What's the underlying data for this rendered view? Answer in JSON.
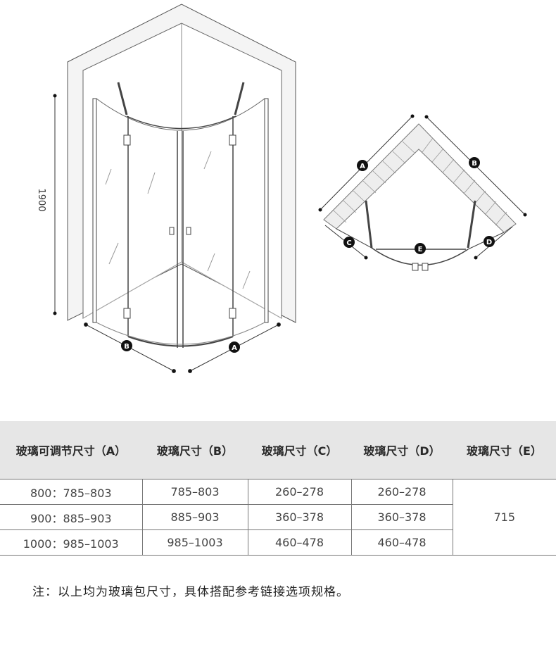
{
  "diagram": {
    "height_label": "1900",
    "badges": {
      "a": "A",
      "b": "B",
      "c": "C",
      "d": "D",
      "e": "E"
    }
  },
  "table": {
    "headers": [
      "玻璃可调节尺寸（A）",
      "玻璃尺寸（B）",
      "玻璃尺寸（C）",
      "玻璃尺寸（D）",
      "玻璃尺寸（E）"
    ],
    "rows": [
      {
        "a": "800：785–803",
        "b": "785–803",
        "c": "260–278",
        "d": "260–278"
      },
      {
        "a": "900：885–903",
        "b": "885–903",
        "c": "360–378",
        "d": "360–378"
      },
      {
        "a": "1000：985–1003",
        "b": "985–1003",
        "c": "460–478",
        "d": "460–478"
      }
    ],
    "e_value": "715"
  },
  "note": "注：以上均为玻璃包尺寸，具体搭配参考链接选项规格。",
  "colors": {
    "badge": "#111111",
    "header_bg": "#e6e6e6",
    "wall": "#f2f2f2",
    "line": "#333333"
  }
}
